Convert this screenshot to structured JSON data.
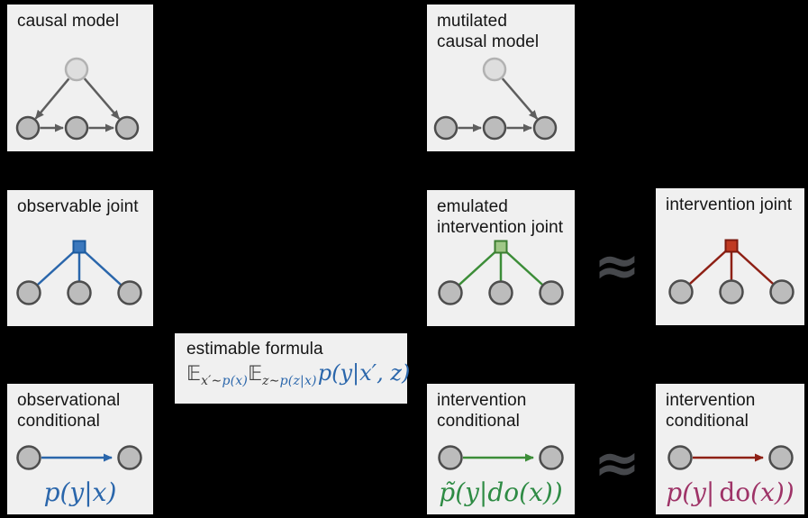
{
  "colors": {
    "background": "#000000",
    "panel_bg": "#f0f0f0",
    "title_text": "#151515",
    "node_fill": "#bcbcbc",
    "node_stroke": "#4d4d4d",
    "latent_fill": "#dedede",
    "latent_stroke": "#b2b2b2",
    "causal_edge": "#5e5e5e",
    "blue": "#2a66ab",
    "blue_square_fill": "#3b78bd",
    "blue_square_stroke": "#1b5a9e",
    "green": "#3c8d38",
    "green_text": "#2e8b44",
    "green_square_fill": "#a0c787",
    "green_square_stroke": "#3c7d31",
    "red": "#8e2015",
    "red_square_fill": "#c03a22",
    "red_square_stroke": "#7c1a10",
    "magenta": "#9e3367",
    "formula_dark": "#3a3a3a",
    "approx_gray": "#46484c"
  },
  "approx": {
    "symbol": "≈"
  },
  "panels": {
    "causal_model": {
      "title": "causal model"
    },
    "mutilated_causal_model": {
      "title_line1": "mutilated",
      "title_line2": "causal model"
    },
    "observable_joint": {
      "title": "observable joint"
    },
    "emulated_intervention_joint": {
      "title_line1": "emulated",
      "title_line2": "intervention joint"
    },
    "intervention_joint": {
      "title": "intervention joint"
    },
    "estimable_formula": {
      "title": "estimable formula",
      "formula": {
        "e1": "𝔼",
        "e1_sub_var": "x′∼",
        "e1_sub_dist": "p(x)",
        "e2": "𝔼",
        "e2_sub_var": "z∼",
        "e2_sub_dist": "p(z|x)",
        "main": "p(y|x′, z)"
      }
    },
    "observational_conditional": {
      "title_line1": "observational",
      "title_line2": "conditional",
      "label": "p(y|x)"
    },
    "emulated_intervention_conditional": {
      "title_line1": "intervention",
      "title_line2": "conditional",
      "label": "p̃(y|do(x))"
    },
    "intervention_conditional": {
      "title_line1": "intervention",
      "title_line2": "conditional",
      "label_pre": "p(y|",
      "label_do": "do",
      "label_post": "(x))"
    }
  }
}
